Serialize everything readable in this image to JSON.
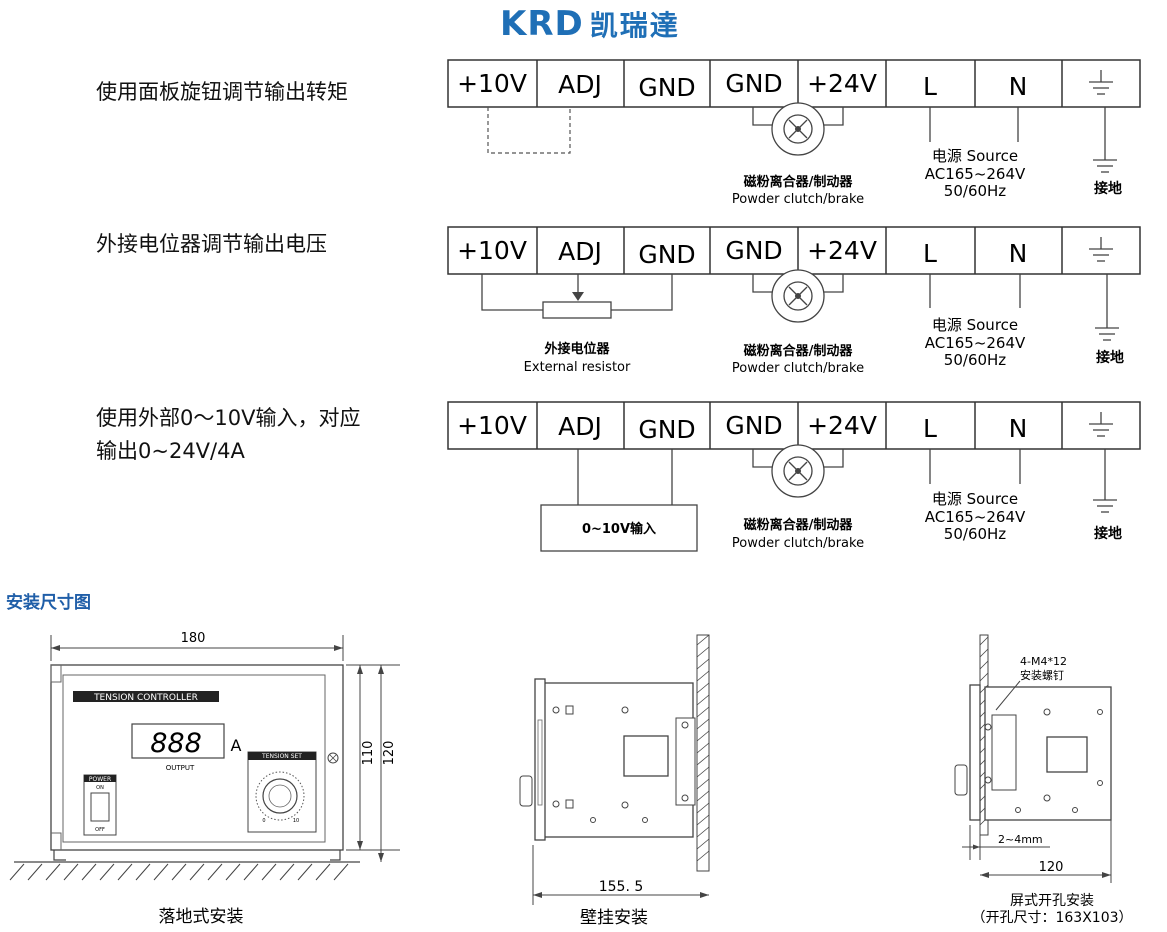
{
  "logo": {
    "brand": "KRD",
    "cn": "凯瑞達"
  },
  "wiring": {
    "terminals": [
      "+10V",
      "ADJ",
      "GND",
      "GND",
      "+24V",
      "L",
      "N"
    ],
    "ground_symbol": "ground-icon",
    "rows": [
      {
        "desc_lines": [
          "使用面板旋钮调节输出转矩"
        ],
        "mode": "jumper"
      },
      {
        "desc_lines": [
          "外接电位器调节输出电压"
        ],
        "mode": "potentiometer",
        "device_label_cn": "外接电位器",
        "device_label_en": "External resistor"
      },
      {
        "desc_lines": [
          "使用外部0～10V输入，对应",
          "输出0~24V/4A"
        ],
        "mode": "external-input",
        "input_box_label": "0~10V输入"
      }
    ],
    "clutch_label_cn": "磁粉离合器/制动器",
    "clutch_label_en": "Powder clutch/brake",
    "power_label_1": "电源 Source",
    "power_label_2": "AC165~264V",
    "power_label_3": "50/60Hz",
    "ground_label": "接地"
  },
  "install": {
    "title": "安装尺寸图",
    "floor": {
      "caption": "落地式安装",
      "dim_width": "180",
      "dim_height_inner": "110",
      "dim_height_outer": "120",
      "panel_label": "TENSION CONTROLLER",
      "display_digits": "888",
      "display_unit": "A",
      "display_caption": "OUTPUT",
      "knob_label": "TENSION SET",
      "knob_min": "0",
      "knob_max": "10",
      "power_label": "POWER",
      "power_on": "ON",
      "power_off": "OFF"
    },
    "wall": {
      "caption": "壁挂安装",
      "dim_depth": "155. 5"
    },
    "panel": {
      "caption_1": "屏式开孔安装",
      "caption_2": "（开孔尺寸：163X103）",
      "screw_label_1": "4-M4*12",
      "screw_label_2": "安装螺钉",
      "dim_gap": "2~4mm",
      "dim_width": "120"
    }
  }
}
